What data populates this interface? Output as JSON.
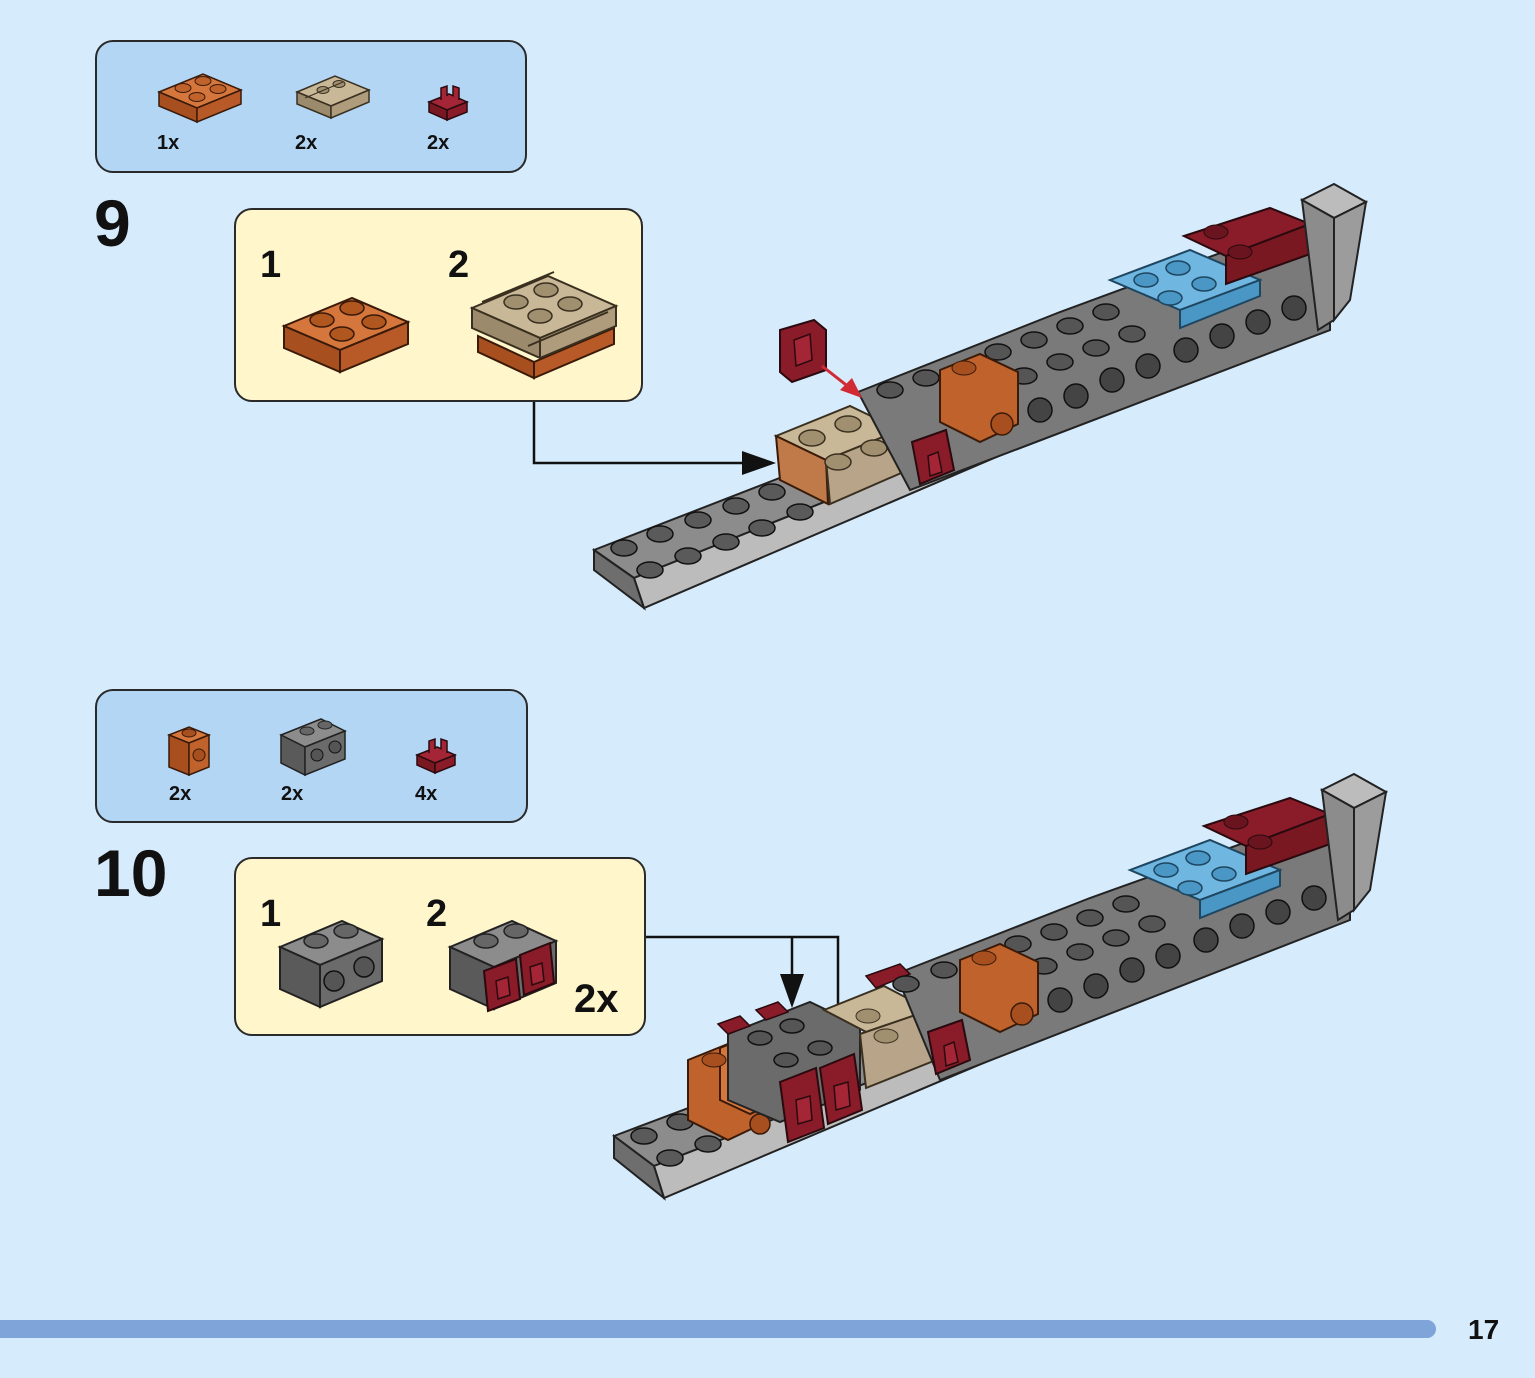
{
  "page_number": "17",
  "steps": [
    {
      "number": "9",
      "parts": [
        {
          "qty": "1x",
          "icon": "orange-plate-2x2-icon",
          "color": "#c0622b"
        },
        {
          "qty": "2x",
          "icon": "tan-rail-plate-2x2-icon",
          "color": "#b8a488"
        },
        {
          "qty": "2x",
          "icon": "dark-red-clip-icon",
          "color": "#8a1c2a"
        }
      ],
      "substeps": [
        {
          "label": "1",
          "icon": "orange-plate-2x2-icon"
        },
        {
          "label": "2",
          "icon": "tan-rail-on-orange-plate-icon"
        }
      ]
    },
    {
      "number": "10",
      "parts": [
        {
          "qty": "2x",
          "icon": "orange-brick-1x1-side-stud-icon",
          "color": "#c0622b"
        },
        {
          "qty": "2x",
          "icon": "gray-brick-1x2-side-studs-icon",
          "color": "#6b6b6b"
        },
        {
          "qty": "4x",
          "icon": "dark-red-clip-icon",
          "color": "#8a1c2a"
        }
      ],
      "substeps": [
        {
          "label": "1",
          "icon": "gray-brick-1x2-side-studs-icon"
        },
        {
          "label": "2",
          "icon": "gray-brick-with-clips-icon",
          "qty": "2x"
        }
      ]
    }
  ]
}
